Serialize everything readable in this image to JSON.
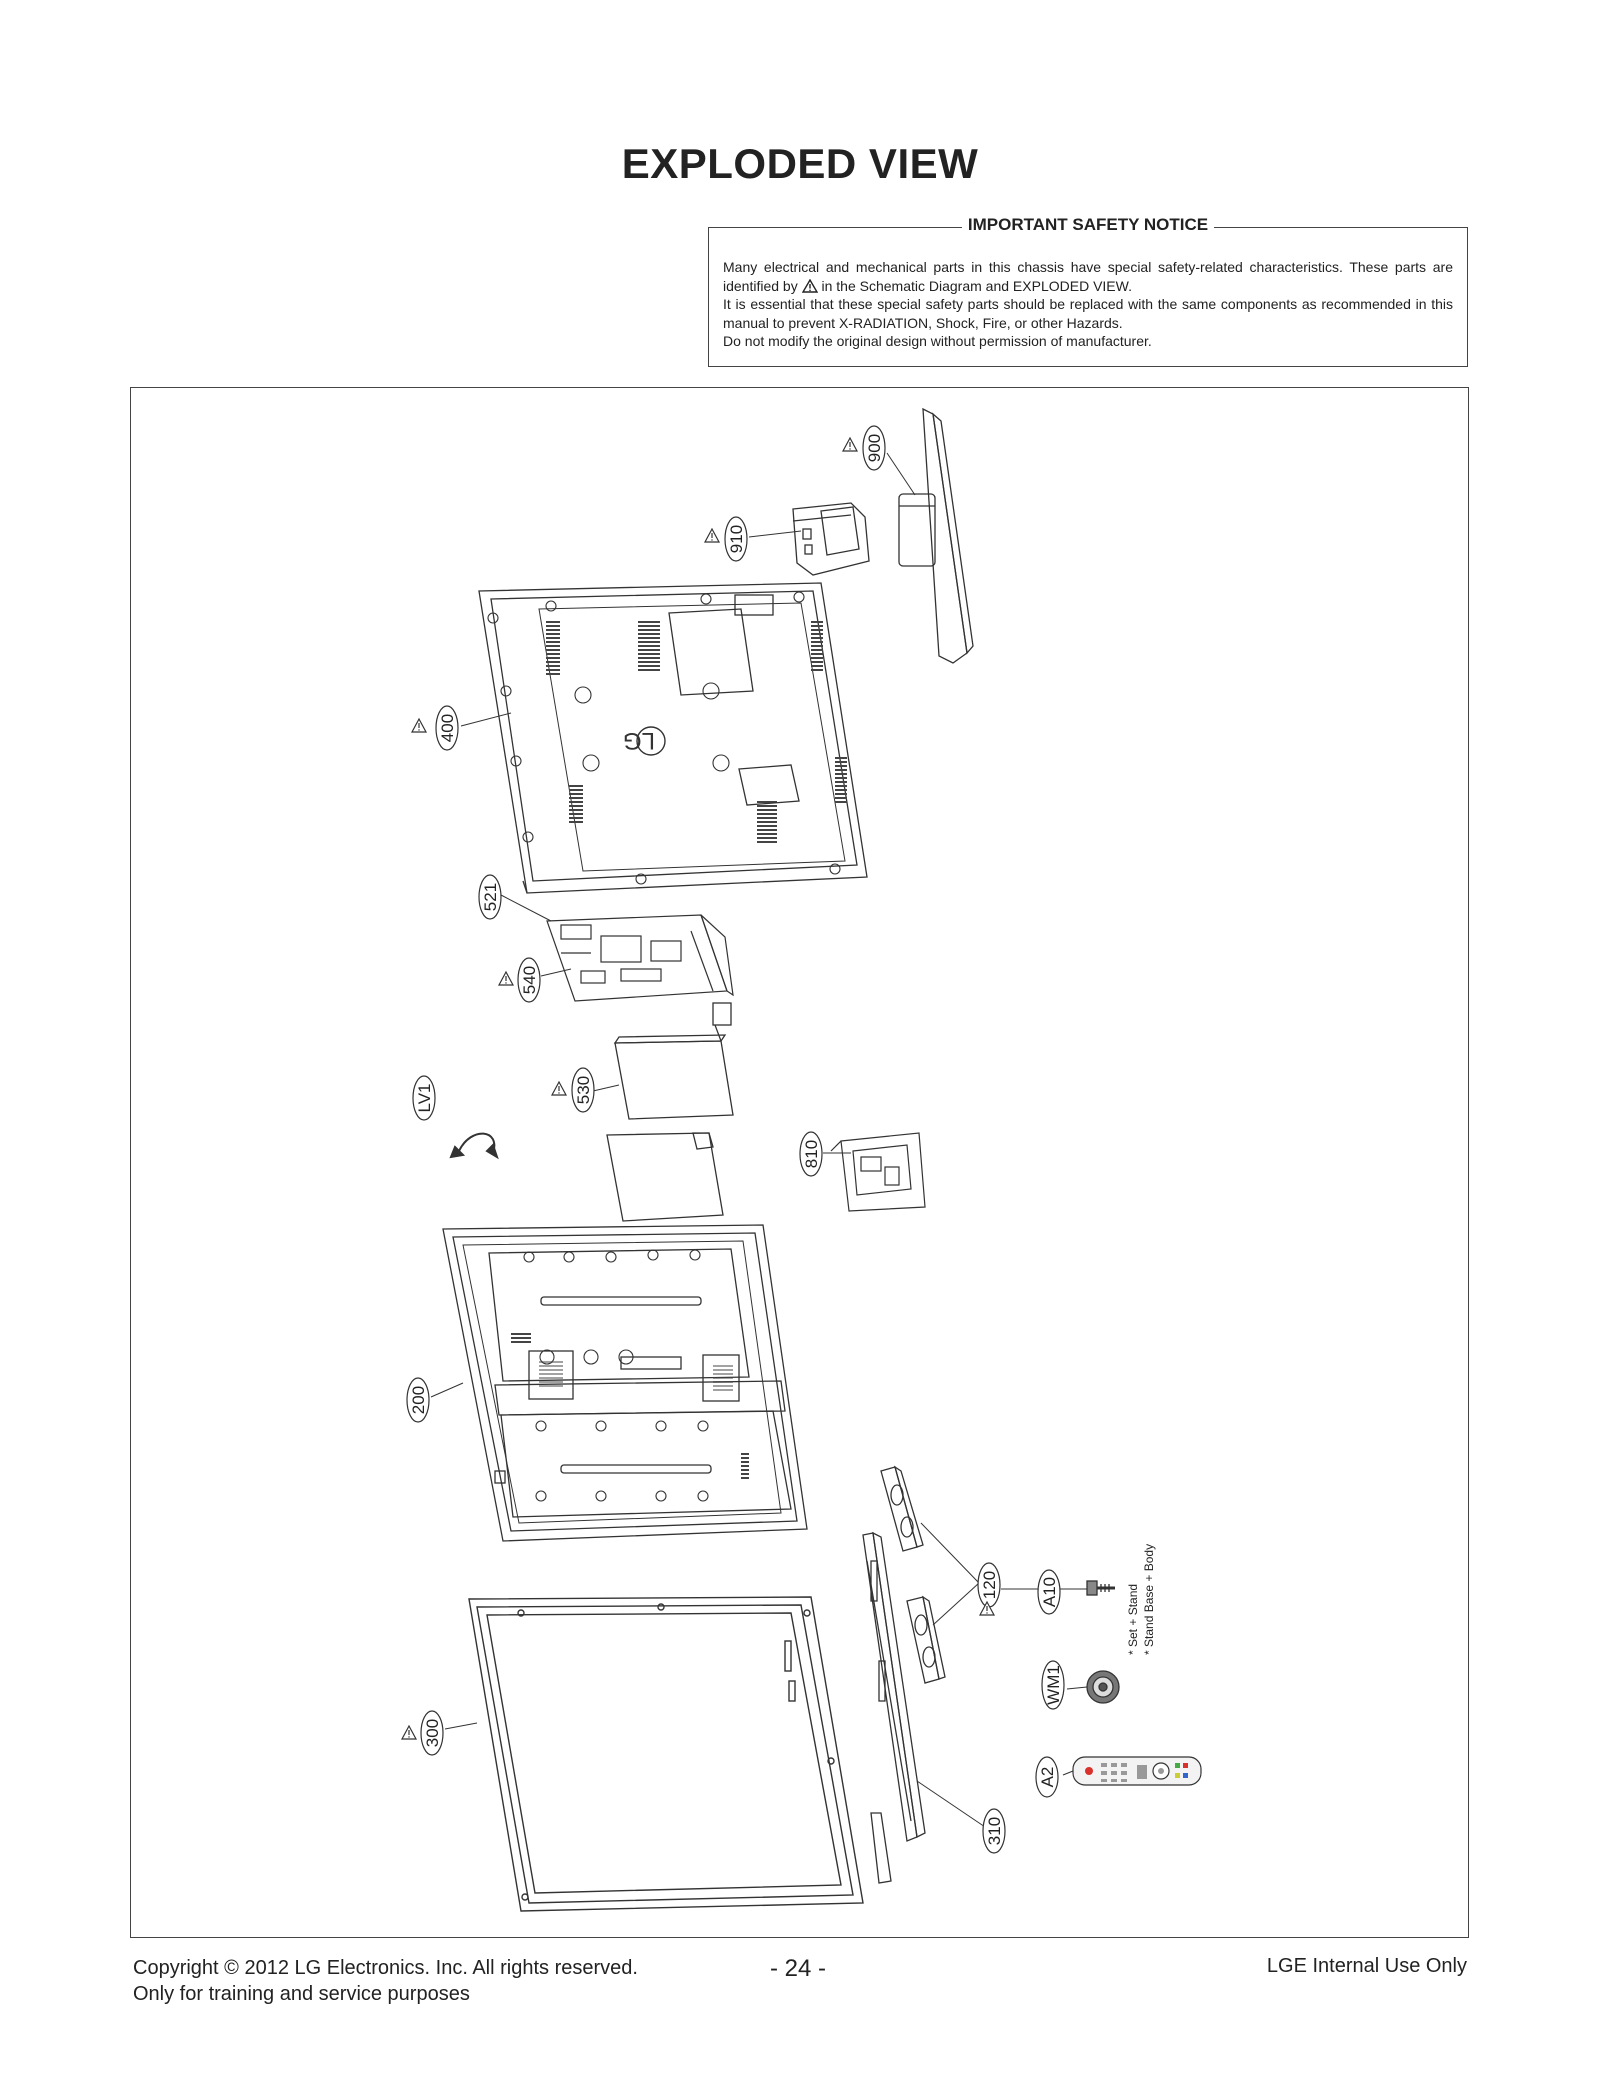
{
  "title": "EXPLODED VIEW",
  "safety_notice": {
    "heading": "IMPORTANT SAFETY NOTICE",
    "line1_a": "Many electrical and mechanical parts in this chassis have special safety-related characteristics. These parts are identified by",
    "line1_b": "in the Schematic Diagram and EXPLODED VIEW.",
    "line2": "It is essential that these special safety parts should be replaced with the same components as recommended in this manual to prevent X-RADIATION, Shock, Fire, or other Hazards.",
    "line3": "Do not modify the original design without permission of manufacturer."
  },
  "callouts": {
    "c900": "900",
    "c910": "910",
    "c400": "400",
    "c521": "521",
    "c540": "540",
    "cLV1": "LV1",
    "c530": "530",
    "c810": "810",
    "c200": "200",
    "c120": "120",
    "cA10": "A10",
    "cWM1": "WM1",
    "cA2": "A2",
    "c300": "300",
    "c310": "310"
  },
  "screw_notes": {
    "note1": "* Set + Stand",
    "note2": "* Stand Base + Body"
  },
  "logo_text": "LG",
  "footer": {
    "copyright": "Copyright © 2012 LG Electronics. Inc. All rights reserved.",
    "purpose": "Only for training and service purposes",
    "page": "- 24 -",
    "internal": "LGE Internal Use Only"
  },
  "colors": {
    "line": "#333333",
    "accent_red": "#d9312b"
  }
}
